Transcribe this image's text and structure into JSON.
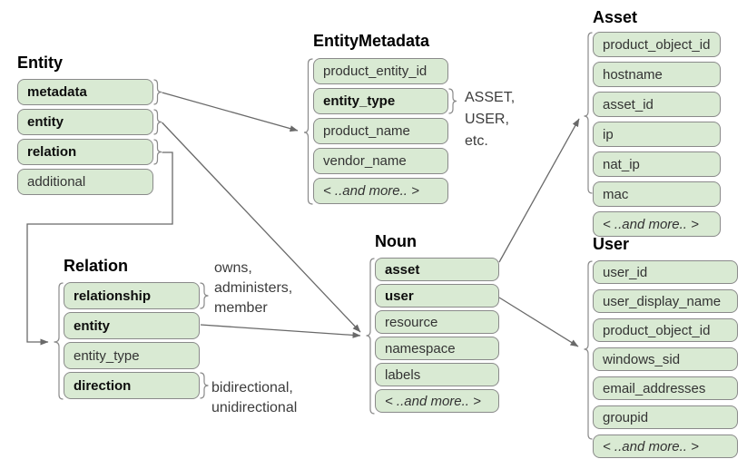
{
  "tables": {
    "entity": {
      "title": "Entity",
      "fields": [
        {
          "label": "metadata",
          "bold": true
        },
        {
          "label": "entity",
          "bold": true
        },
        {
          "label": "relation",
          "bold": true
        },
        {
          "label": "additional",
          "bold": false
        }
      ]
    },
    "entity_metadata": {
      "title": "EntityMetadata",
      "fields": [
        {
          "label": "product_entity_id",
          "bold": false
        },
        {
          "label": "entity_type",
          "bold": true
        },
        {
          "label": "product_name",
          "bold": false
        },
        {
          "label": "vendor_name",
          "bold": false
        },
        {
          "label": "< ..and more.. >",
          "bold": false,
          "italic": true
        }
      ]
    },
    "asset": {
      "title": "Asset",
      "fields": [
        {
          "label": "product_object_id",
          "bold": false
        },
        {
          "label": "hostname",
          "bold": false
        },
        {
          "label": "asset_id",
          "bold": false
        },
        {
          "label": "ip",
          "bold": false
        },
        {
          "label": "nat_ip",
          "bold": false
        },
        {
          "label": "mac",
          "bold": false
        },
        {
          "label": "< ..and more.. >",
          "bold": false,
          "italic": true
        }
      ]
    },
    "noun": {
      "title": "Noun",
      "fields": [
        {
          "label": "asset",
          "bold": true
        },
        {
          "label": "user",
          "bold": true
        },
        {
          "label": "resource",
          "bold": false
        },
        {
          "label": "namespace",
          "bold": false
        },
        {
          "label": "labels",
          "bold": false
        },
        {
          "label": "< ..and more.. >",
          "bold": false,
          "italic": true
        }
      ]
    },
    "relation": {
      "title": "Relation",
      "fields": [
        {
          "label": "relationship",
          "bold": true
        },
        {
          "label": "entity",
          "bold": true
        },
        {
          "label": "entity_type",
          "bold": false
        },
        {
          "label": "direction",
          "bold": true
        }
      ]
    },
    "user": {
      "title": "User",
      "fields": [
        {
          "label": "user_id",
          "bold": false
        },
        {
          "label": "user_display_name",
          "bold": false
        },
        {
          "label": "product_object_id",
          "bold": false
        },
        {
          "label": "windows_sid",
          "bold": false
        },
        {
          "label": "email_addresses",
          "bold": false
        },
        {
          "label": "groupid",
          "bold": false
        },
        {
          "label": "< ..and more.. >",
          "bold": false,
          "italic": true
        }
      ]
    }
  },
  "annotations": {
    "entity_type_values": "ASSET,\nUSER,\netc.",
    "relationship_values": "owns,\nadministers,\nmember",
    "direction_values": "bidirectional,\nunidirectional"
  },
  "colors": {
    "field_fill": "#d9ead3",
    "field_border": "#8a8a8a",
    "connector": "#696969",
    "brace": "#8a8a8a",
    "title_text": "#000000",
    "field_text": "#333333"
  }
}
